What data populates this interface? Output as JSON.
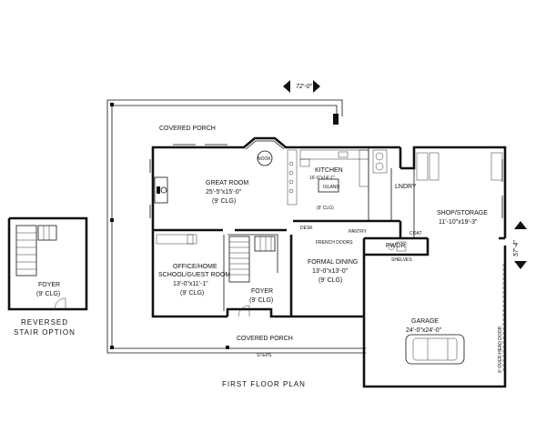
{
  "plan_title": "FIRST FLOOR PLAN",
  "dimensions": {
    "width": "72'-0\"",
    "depth": "57'-4\""
  },
  "rooms": {
    "covered_porch_top": "COVERED PORCH",
    "covered_porch_bottom": "COVERED PORCH",
    "great_room": {
      "name": "GREAT ROOM",
      "size": "25'-5\"x15'-0\"",
      "clg": "(9' CLG)"
    },
    "nook": "NOOK",
    "kitchen": {
      "name": "KITCHEN",
      "size": "16'-6\"x14'-1\"",
      "clg": "(9' CLG)"
    },
    "island": "ISLAND",
    "laundry": "LNDRY",
    "shop": {
      "name": "SHOP/STORAGE",
      "size": "11'-10\"x19'-3\""
    },
    "office": {
      "name1": "OFFICE/HOME",
      "name2": "SCHOOL/GUEST ROOM",
      "size": "13'-0\"x11'-1\"",
      "clg": "(9' CLG)"
    },
    "foyer": {
      "name": "FOYER",
      "clg": "(9' CLG)"
    },
    "formal_dining": {
      "name": "FORMAL DINING",
      "size": "13'-0\"x13'-0\"",
      "clg": "(9' CLG)"
    },
    "pwdr": "PWDR",
    "garage": {
      "name": "GARAGE",
      "size": "24'-0\"x24'-0\""
    },
    "desk": "DESK",
    "pantry": "PANTRY",
    "french_doors": "FRENCH DOORS",
    "shelves": "SHELVES",
    "coat": "COAT",
    "steps": "STEPS"
  },
  "inset": {
    "foyer": "FOYER",
    "clg": "(9' CLG)",
    "caption_line1": "REVERSED",
    "caption_line2": "STAIR OPTION"
  },
  "garage_door_label": "9' OVER-HEAD DOOR"
}
